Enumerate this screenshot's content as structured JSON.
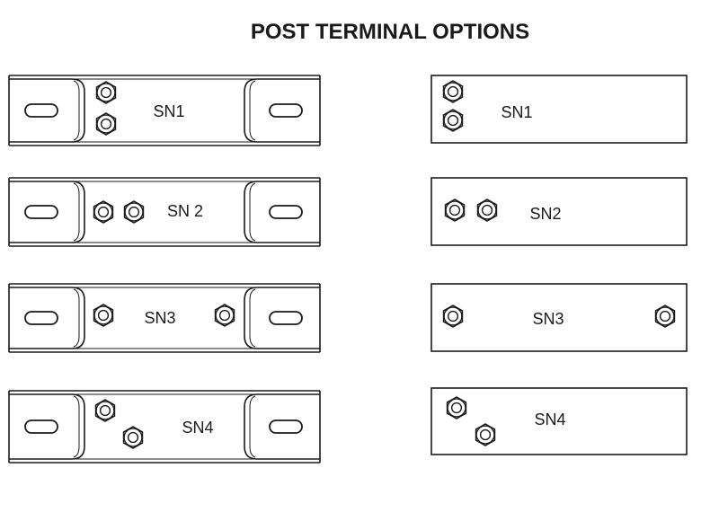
{
  "title": "POST TERMINAL OPTIONS",
  "colors": {
    "ink": "#1a1a1a",
    "paper": "#ffffff"
  },
  "left_column": {
    "variant": "with-mounting-tabs",
    "rows": [
      {
        "label": "SN1"
      },
      {
        "label": "SN 2"
      },
      {
        "label": "SN3"
      },
      {
        "label": "SN4"
      }
    ]
  },
  "right_column": {
    "variant": "plain-plate",
    "rows": [
      {
        "label": "SN1"
      },
      {
        "label": "SN2"
      },
      {
        "label": "SN3"
      },
      {
        "label": "SN4"
      }
    ]
  }
}
